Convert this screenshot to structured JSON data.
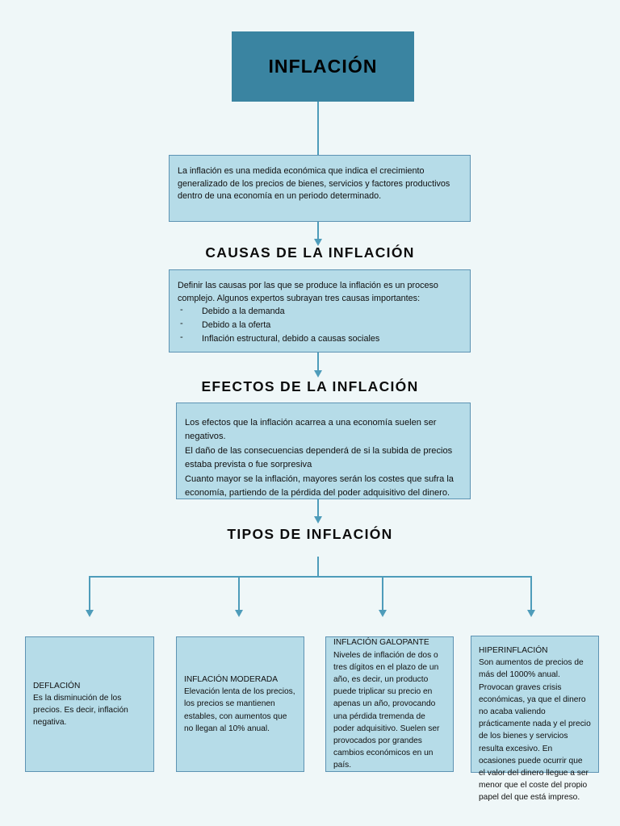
{
  "document": {
    "title": "INFLACIÓN",
    "background_color": "#eff7f8",
    "accent_color": "#3a84a1",
    "box_fill_color": "#b6dce8",
    "box_border_color": "#5d93b3",
    "connector_color": "#4e9cba"
  },
  "intro": {
    "text": "La inflación es una medida económica que indica el crecimiento generalizado de los precios de bienes, servicios y factores productivos dentro de una economía en un periodo determinado."
  },
  "causes": {
    "heading": "CAUSAS DE LA INFLACIÓN",
    "intro": "Definir las causas por las que se produce la inflación es un proceso complejo. Algunos expertos subrayan tres causas importantes:",
    "bullet_marker": "-",
    "items": [
      "Debido a la demanda",
      "Debido a la oferta",
      "Inflación estructural, debido a causas sociales"
    ]
  },
  "effects": {
    "heading": "EFECTOS DE LA INFLACIÓN",
    "paragraphs": [
      "Los efectos que la inflación acarrea a una economía suelen ser negativos.",
      "El daño de las consecuencias dependerá de si la subida de precios estaba prevista o fue sorpresiva",
      "Cuanto mayor se la inflación, mayores serán los costes que sufra la economía, partiendo de la pérdida del poder adquisitivo del dinero."
    ]
  },
  "types": {
    "heading": "TIPOS DE INFLACIÓN",
    "items": [
      {
        "title": "DEFLACIÓN",
        "body": " Es la disminución de los precios. Es decir, inflación negativa."
      },
      {
        "title": "INFLACIÓN MODERADA",
        "body": "Elevación lenta de los precios, los precios se mantienen estables, con aumentos que no llegan al 10% anual."
      },
      {
        "title": "INFLACIÓN GALOPANTE",
        "body": " Niveles de inflación de dos o tres dígitos en el plazo de un año, es decir, un producto puede triplicar su precio en apenas un año, provocando una pérdida tremenda de poder adquisitivo. Suelen ser provocados por grandes cambios económicos en un país."
      },
      {
        "title": "HIPERINFLACIÓN",
        "body": " Son aumentos de precios de más del 1000% anual. Provocan graves crisis económicas, ya que el dinero no acaba valiendo prácticamente nada y el precio de los bienes y servicios resulta excesivo. En ocasiones puede ocurrir que el valor del dinero llegue a ser menor que el coste del propio papel del que está impreso."
      }
    ]
  }
}
